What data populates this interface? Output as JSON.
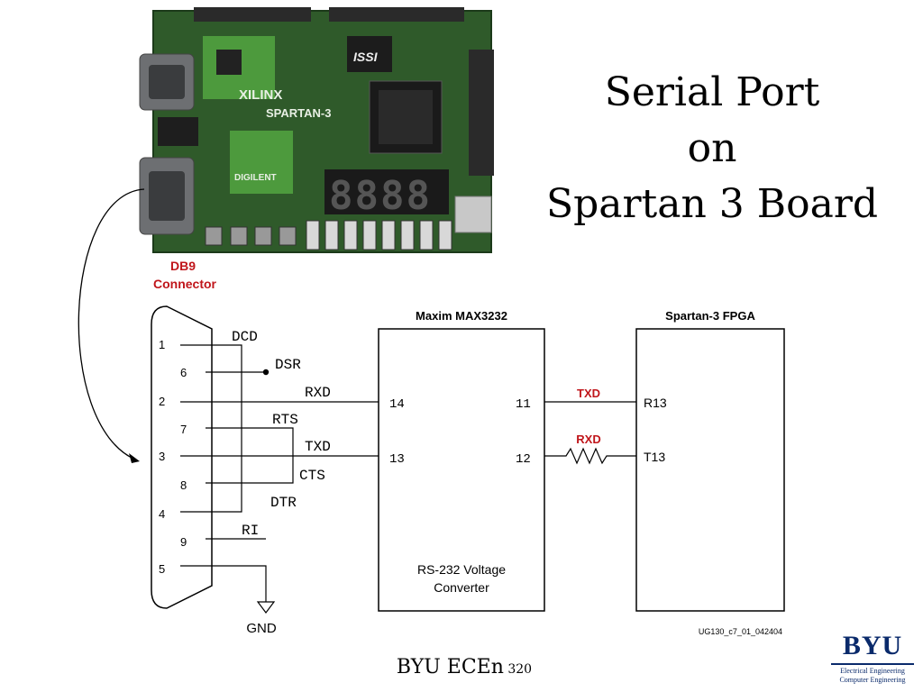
{
  "slide": {
    "title_lines": [
      "Serial Port",
      "on",
      "Spartan 3 Board"
    ],
    "footer_main": "BYU ECEn",
    "footer_num": " 320"
  },
  "board_photo": {
    "brand": "XILINX",
    "family": "SPARTAN-3",
    "maker": "DIGILENT",
    "chip_label": "ISSI",
    "display": "8888"
  },
  "diagram": {
    "db9_title_1": "DB9",
    "db9_title_2": "Connector",
    "pins": [
      "1",
      "6",
      "2",
      "7",
      "3",
      "8",
      "4",
      "9",
      "5"
    ],
    "signals": {
      "dcd": "DCD",
      "dsr": "DSR",
      "rxd": "RXD",
      "rts": "RTS",
      "txd": "TXD",
      "cts": "CTS",
      "dtr": "DTR",
      "ri": "RI",
      "gnd": "GND"
    },
    "max_title": "Maxim MAX3232",
    "max_pins": [
      "14",
      "13",
      "11",
      "12"
    ],
    "max_desc_1": "RS-232 Voltage",
    "max_desc_2": "Converter",
    "fpga_title": "Spartan-3 FPGA",
    "fpga_link_txd": "TXD",
    "fpga_link_rxd": "RXD",
    "fpga_pins": [
      "R13",
      "T13"
    ],
    "figure_id": "UG130_c7_01_042404"
  },
  "logo": {
    "word": "BYU",
    "line1": "Electrical Engineering",
    "line2": "Computer Engineering"
  },
  "colors": {
    "board_green": "#2f5a2a",
    "signal_red": "#c0161b",
    "byu_blue": "#0a2a6b"
  }
}
